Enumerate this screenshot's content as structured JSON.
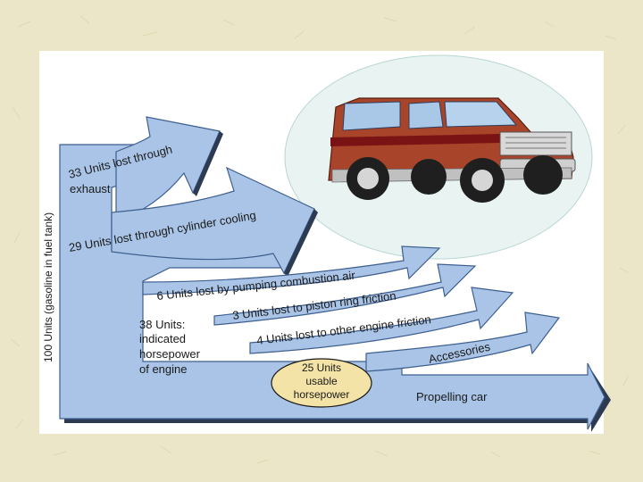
{
  "diagram": {
    "vertical_label": "100 Units (gasoline in fuel tank)",
    "losses": {
      "exhaust_line1": "33 Units lost through",
      "exhaust_line2": "exhaust",
      "cooling": "29 Units lost through cylinder cooling",
      "pumping": "6 Units lost by pumping combustion air",
      "piston": "3 Units lost to piston ring friction",
      "other_friction": "4 Units lost to other engine friction",
      "accessories": "Accessories",
      "propelling": "Propelling car"
    },
    "indicated": {
      "line1": "38 Units:",
      "line2": "indicated",
      "line3": "horsepower",
      "line4": "of engine"
    },
    "usable": {
      "line1": "25 Units",
      "line2": "usable",
      "line3": "horsepower"
    },
    "colors": {
      "arrow_fill": "#a9c4e6",
      "arrow_stroke": "#3e5f8f",
      "shadow": "#2c3a52",
      "car_body": "#a7442a",
      "car_stripe": "#7a1414",
      "ellipse": "#e9f3f2",
      "badge": "#f4e3a6"
    }
  }
}
